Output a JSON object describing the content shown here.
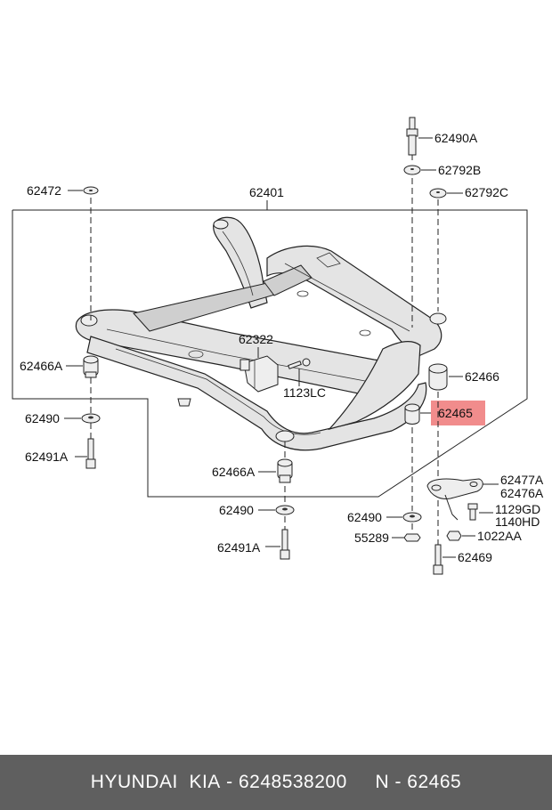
{
  "diagram": {
    "labels": {
      "p62401": "62401",
      "p62472": "62472",
      "p62490A": "62490A",
      "p62792B": "62792B",
      "p62792C": "62792C",
      "p62322": "62322",
      "p1123LC": "1123LC",
      "p62466A_left": "62466A",
      "p62490_left": "62490",
      "p62491A_left": "62491A",
      "p62466": "62466",
      "p62465": "62465",
      "p62466A_bottom": "62466A",
      "p62490_bottom": "62490",
      "p62491A_bottom": "62491A",
      "p62490_right": "62490",
      "p55289": "55289",
      "p62477A": "62477A",
      "p62476A": "62476A",
      "p1129GD": "1129GD",
      "p1140HD": "1140HD",
      "p1022AA": "1022AA",
      "p62469": "62469"
    },
    "highlight_color": "#f08080"
  },
  "footer": {
    "brand": "HYUNDAI  KIA",
    "separator1": " - ",
    "part_number": "6248538200",
    "spacer": "     ",
    "note": "N - 62465"
  }
}
